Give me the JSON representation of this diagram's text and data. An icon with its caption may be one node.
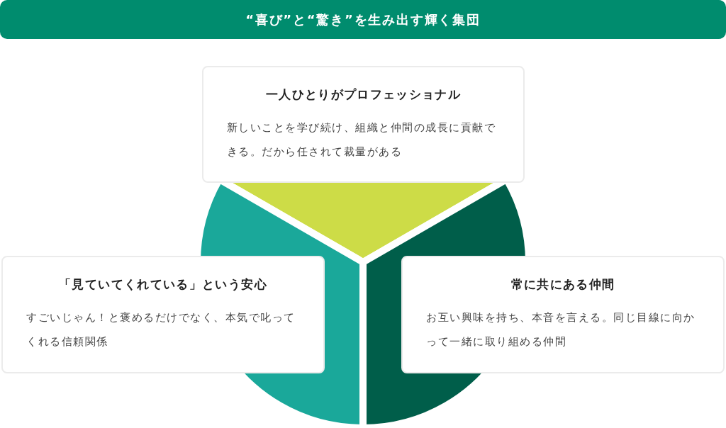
{
  "diagram": {
    "nodes": [
      {
        "text": [
          "“喜び”と“驚き”を生み出す輝く集団"
        ]
      },
      {
        "text": [
          "一人ひとりがプロフェッショナル",
          "新しいことを学び続け、組織と仲間の成長に貢献できる。だから任されて裁量がある"
        ]
      },
      {
        "text": [
          "「見ていてくれている」という安心",
          "すごいじゃん！と褒めるだけでなく、本気で叱ってくれる信頼関係"
        ]
      },
      {
        "text": [
          "常に共にある仲間",
          "お互い興味を持ち、本音を言える。同じ目線に向かって一緒に取り組める仲間"
        ]
      }
    ]
  }
}
